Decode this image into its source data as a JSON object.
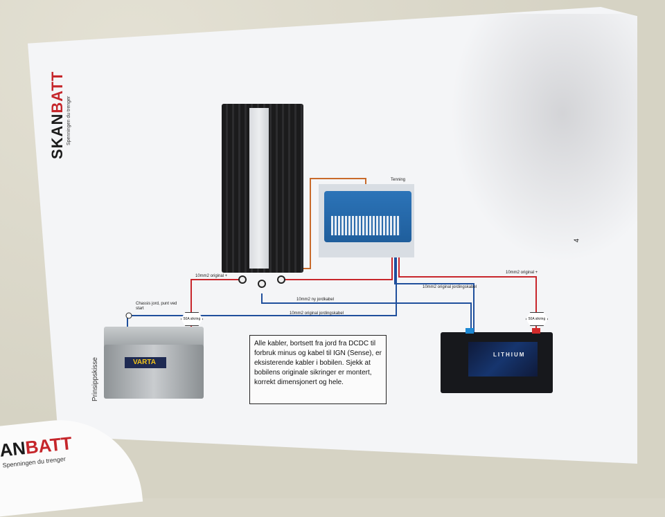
{
  "brand": {
    "name_black": "SKAN",
    "name_red": "BATT",
    "tagline": "Spenningen du trenger"
  },
  "page": {
    "side_title": "Prinsippskisse",
    "page_number": "4"
  },
  "components": {
    "charger_label": "Tenning",
    "starter_battery_brand": "VARTA",
    "service_battery_brand": "LITHIUM"
  },
  "labels": {
    "wire_top_left": "10mm2 original +",
    "wire_mid": "10mm2 ny jordkabel",
    "wire_bottom": "10mm2 original jordingskabel",
    "wire_right_top": "10mm2 original +",
    "wire_right_mid": "10mm2 original jordingskabel",
    "chassis": "Chassis jord, punt ved start",
    "fuse_left": "50A sikring",
    "fuse_right": "50A sikring"
  },
  "note": "Alle kabler, bortsett fra jord fra DCDC til forbruk minus og kabel til IGN (Sense), er eksisterende kabler i bobilen. Sjekk at bobilens originale sikringer er montert, korrekt dimensjonert og hele.",
  "leaflet": {
    "name_black": "AN",
    "name_red": "BATT",
    "tagline": "Spenningen du trenger"
  },
  "colors": {
    "wire_positive": "#c8262b",
    "wire_negative": "#1f4f9c",
    "wire_ignition": "#c86a2a",
    "brand_red": "#c5262b"
  }
}
